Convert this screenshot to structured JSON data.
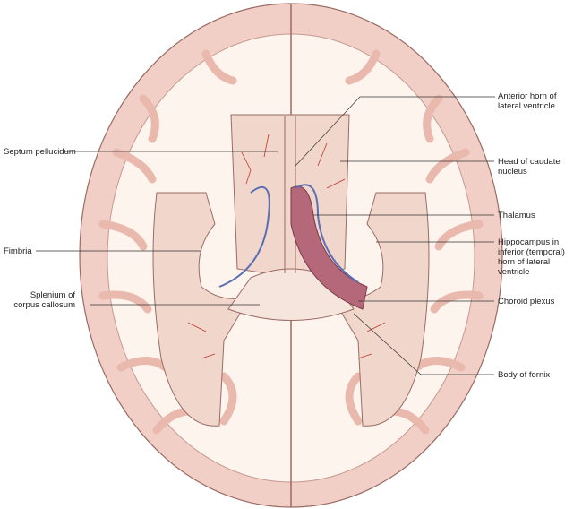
{
  "labels": {
    "anterior_horn": "Anterior horn of lateral ventricle",
    "septum": "Septum pellucidum",
    "caudate": "Head of caudate nucleus",
    "thalamus": "Thalamus",
    "fimbria": "Fimbria",
    "hippocampus": "Hippocampus in inferior (temporal) horn of lateral ventricle",
    "splenium": "Splenium of corpus callosum",
    "choroid": "Choroid plexus",
    "fornix": "Body of fornix"
  },
  "colors": {
    "cortex": "#f2cfc6",
    "white_matter": "#fdf4ee",
    "ventricle": "#f1d6cc",
    "vessel": "#c0392b",
    "vein": "#5b6fb5",
    "plexus": "#b4687a"
  }
}
